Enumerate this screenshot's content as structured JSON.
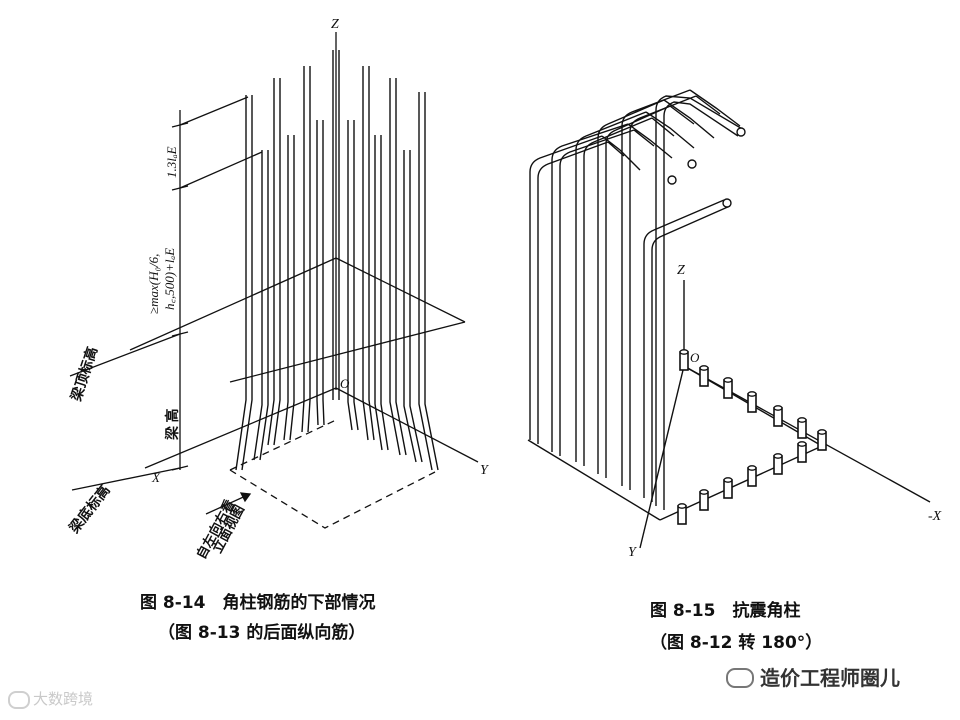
{
  "figure_left": {
    "axis_z": "Z",
    "axis_y": "Y",
    "axis_x": "X",
    "origin": "O",
    "dim_top": "1.3lₐE",
    "dim_mid_line1": "≥max(H₀/6,",
    "dim_mid_line2": "h꜀,500)+lₐE",
    "beam_height": "梁 高",
    "beam_top_elev": "梁顶标高",
    "beam_bottom_elev": "梁底标高",
    "view_note_line1": "自左向右看",
    "view_note_line2": "立面视图",
    "caption_title": "图 8-14　角柱钢筋的下部情况",
    "caption_sub": "（图 8-13 的后面纵向筋）"
  },
  "figure_right": {
    "axis_z": "Z",
    "axis_neg_x": "-X",
    "axis_y": "Y",
    "origin": "O",
    "caption_title": "图 8-15　抗震角柱",
    "caption_sub": "（图 8-12 转 180°）"
  },
  "watermark_left": "大数跨境",
  "watermark_right": "造价工程师圈儿"
}
